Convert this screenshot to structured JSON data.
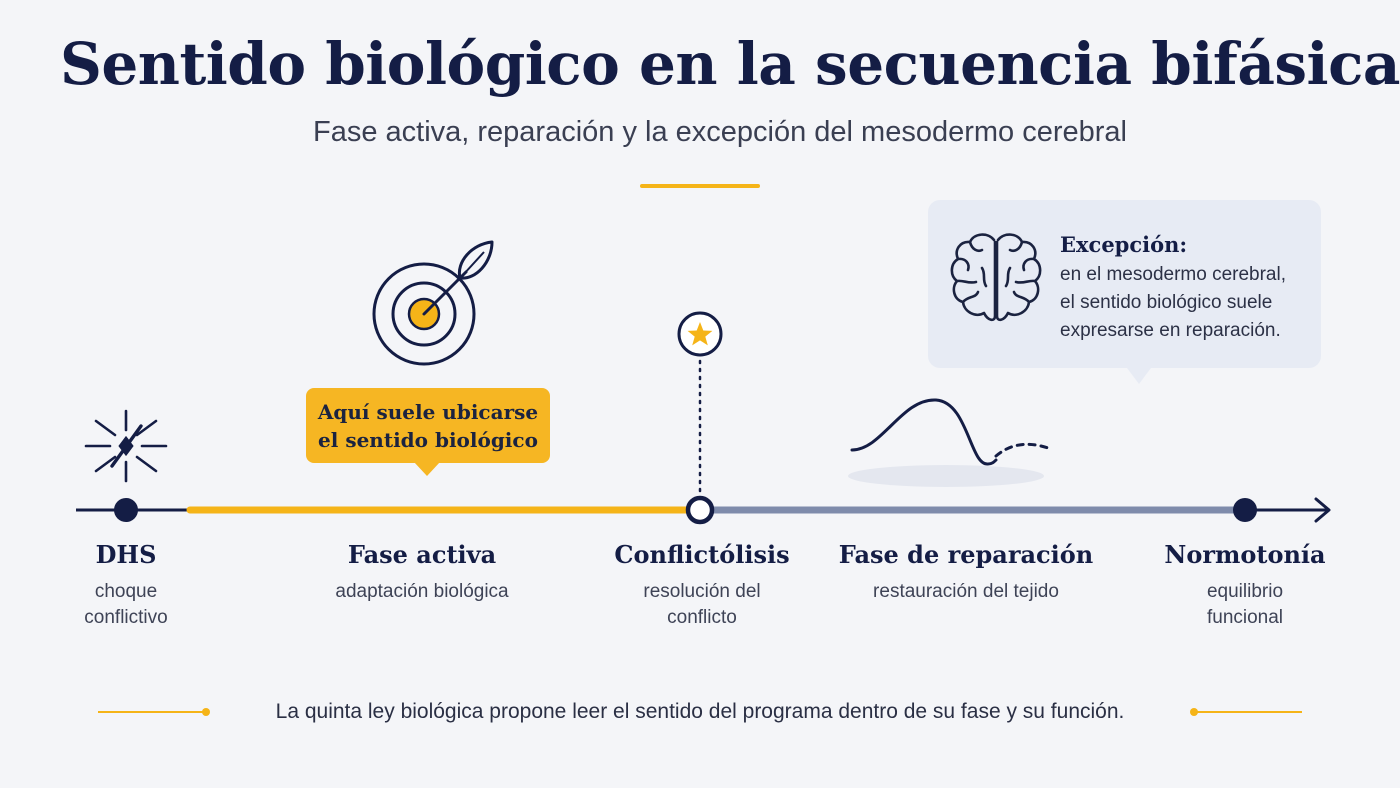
{
  "header": {
    "title": "Sentido biológico en la secuencia bifásica",
    "subtitle": "Fase activa, reparación y la excepción del mesodermo cerebral"
  },
  "stages": [
    {
      "name": "DHS",
      "desc_line1": "choque",
      "desc_line2": "conflictivo"
    },
    {
      "name": "Fase activa",
      "desc_line1": "adaptación biológica"
    },
    {
      "name": "Conflictólisis",
      "desc_line1": "resolución del",
      "desc_line2": "conflicto"
    },
    {
      "name": "Fase de reparación",
      "desc_line1": "restauración del tejido"
    },
    {
      "name": "Normotonía",
      "desc_line1": "equilibrio",
      "desc_line2": "funcional"
    }
  ],
  "callout": {
    "line1": "Aquí suele ubicarse",
    "line2": "el sentido biológico"
  },
  "exception": {
    "heading": "Excepción:",
    "line1": "en el mesodermo cerebral,",
    "line2": "el sentido biológico suele",
    "line3": "expresarse en reparación."
  },
  "footer": {
    "text": "La quinta ley biológica propone leer el sentido del programa dentro de su fase y su función."
  },
  "colors": {
    "navy": "#141d45",
    "accent_yellow": "#f5b418",
    "repair_line": "#7e8bab",
    "panel": "#e7ebf4"
  },
  "icons": [
    "burst-icon",
    "target-arrow-icon",
    "star-icon",
    "brain-icon",
    "wave-curve-icon"
  ]
}
